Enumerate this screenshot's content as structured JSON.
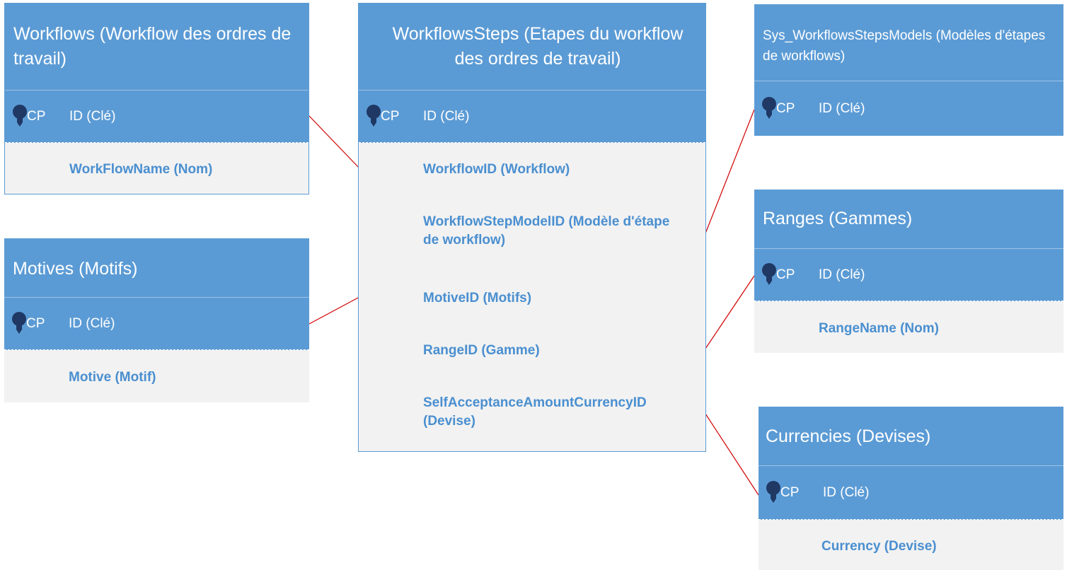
{
  "colors": {
    "header": "#5b9bd5",
    "body": "#f2f2f2",
    "field_text": "#4a8fd0",
    "relation_line": "#d00000"
  },
  "pk_icon": "key-icon",
  "pk_tag": "CP",
  "entities": {
    "workflows": {
      "title": "Workflows (Workflow des ordres de travail)",
      "pk": "ID (Clé)",
      "fields": [
        "WorkFlowName (Nom)"
      ]
    },
    "motives": {
      "title": "Motives (Motifs)",
      "pk": "ID (Clé)",
      "fields": [
        "Motive (Motif)"
      ]
    },
    "workflows_steps": {
      "title": "WorkflowsSteps (Etapes du workflow des ordres de travail)",
      "pk": "ID (Clé)",
      "fields": [
        "WorkflowID (Workflow)",
        "WorkflowStepModelID (Modèle d'étape de workflow)",
        "MotiveID (Motifs)",
        "RangeID (Gamme)",
        "SelfAcceptanceAmountCurrencyID (Devise)"
      ]
    },
    "sys_workflows_steps_models": {
      "title": "Sys_WorkflowsStepsModels (Modèles d'étapes de workflows)",
      "pk": "ID (Clé)",
      "fields": []
    },
    "ranges": {
      "title": "Ranges (Gammes)",
      "pk": "ID (Clé)",
      "fields": [
        "RangeName (Nom)"
      ]
    },
    "currencies": {
      "title": "Currencies (Devises)",
      "pk": "ID (Clé)",
      "fields": [
        "Currency (Devise)"
      ]
    }
  }
}
